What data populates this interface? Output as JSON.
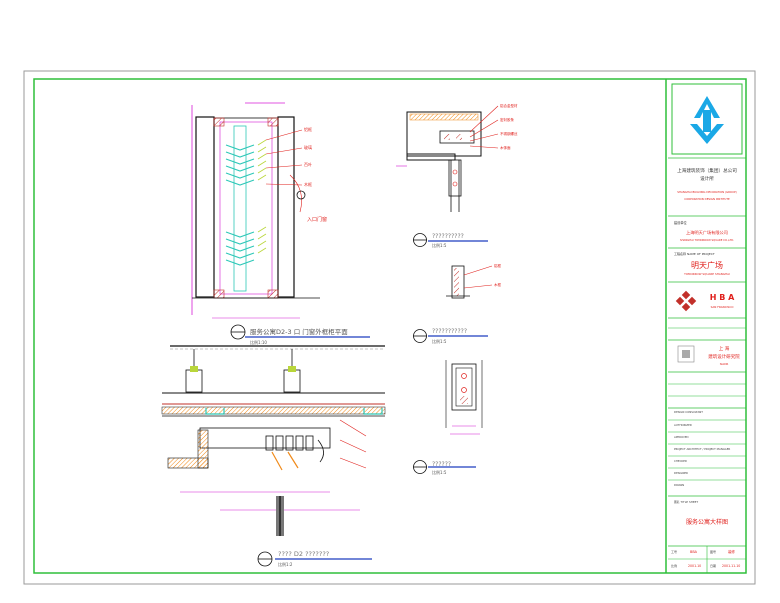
{
  "colors": {
    "frame": "#2fbf3a",
    "detail": "#1a1a1a",
    "title_red": "#e0201c",
    "title_blue": "#1f3fbf",
    "magenta": "#d61bd6",
    "cyan": "#2ec8b8",
    "yellow_green": "#b9d63a",
    "logo_blue": "#1aa8e6",
    "orange": "#f08a1a",
    "hatch": "#c2302a"
  },
  "drawings": {
    "top_left": {
      "title": "服务公寓D2-3 口 门窗外框柜平面",
      "scale": "比例1:10",
      "note": "入口门窗"
    },
    "top_right_1": {
      "title": "??????????",
      "scale": "比例1:5"
    },
    "top_right_2": {
      "title": "???????????",
      "scale": "比例1:5"
    },
    "mid_right": {
      "title": "??????",
      "scale": "比例1:5"
    },
    "bottom_left": {
      "title": "???? D2 ???????",
      "scale": "比例1:2"
    }
  },
  "title_block": {
    "company_cn_1": "上海建筑装饰（集团）总公司",
    "company_cn_2": "设计所",
    "company_en_1": "SHANGHAI BUILDING DECORATION (GROUP)",
    "company_en_2": "CORPORATION DESIGN INSTITUTE",
    "client_label": "建设单位",
    "client_name": "上海明天广场有限公司",
    "client_en": "SHANGHAI TOMORROW SQUARE CO.,LTD.",
    "project_label": "工程名称 NAME OF PROJECT",
    "project_name": "明天广场",
    "project_en": "TOMORROW SQUARE SHANGHAI",
    "hba": "H B A",
    "hba_sub": "SAN FRANCISCO",
    "design_inst_1": "上 海",
    "design_inst_2": "建筑设计研究院",
    "design_inst_3": "SIADR",
    "roles": [
      "DESIGN CONSULTANT",
      "AUTHORIZED",
      "APPROVED",
      "PROJECT ARCHITECT / PROJECT MANAGER",
      "CHECKED",
      "DESIGNER",
      "DRAWN"
    ],
    "drawing_title_label": "图名 TITLE SHEET",
    "drawing_title": "服务公寓大样图",
    "footer": [
      "工号",
      "BBA",
      "图号",
      "装修",
      "比例",
      "日期",
      "2001.10",
      "2001.11.10"
    ]
  }
}
